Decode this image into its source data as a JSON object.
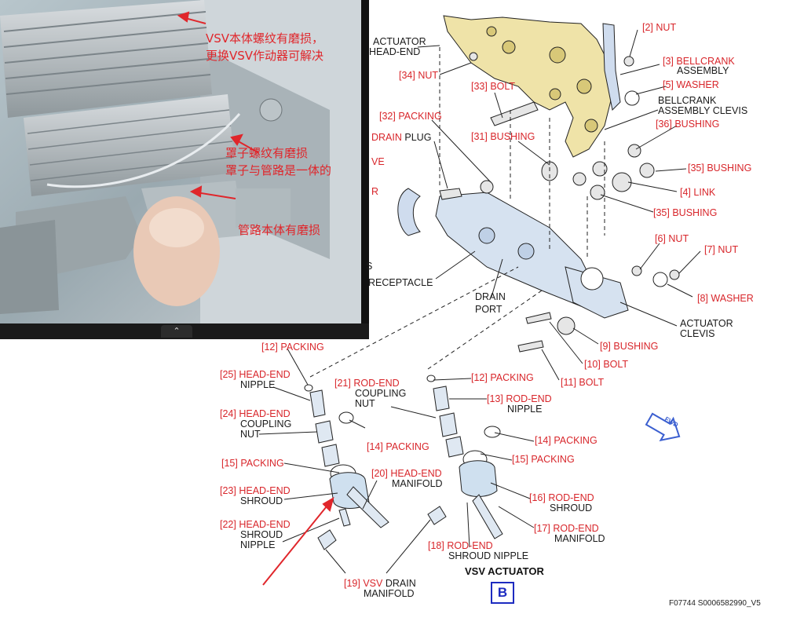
{
  "photo_notes": {
    "note1_line1": "VSV本体螺纹有磨损，",
    "note1_line2": "更换VSV作动器可解决",
    "note2_line1": "罩子螺纹有磨损",
    "note2_line2": "罩子与管路是一体的",
    "note3": "管路本体有磨损"
  },
  "labels": {
    "actuator_head_end_1": "ACTUATOR",
    "actuator_head_end_2": "HEAD-END",
    "l34_ref": "[34]",
    "l34_name": "NUT",
    "l33_ref": "[33]",
    "l33_name": "BOLT",
    "l32_ref": "[32]",
    "l32_name": "PACKING",
    "drain_plug_red": "DRAIN",
    "drain_plug_blk": "PLUG",
    "valve_fragment": "VE",
    "r_fragment": "R",
    "s_fragment": "S",
    "receptacle": "RECEPTACLE",
    "drain_port_1": "DRAIN",
    "drain_port_2": "PORT",
    "l31_ref": "[31]",
    "l31_name": "BUSHING",
    "l2_ref": "[2]",
    "l2_name": "NUT",
    "l3_ref": "[3]",
    "l3_name": "BELLCRANK",
    "l3_name2": "ASSEMBLY",
    "l5_ref": "[5]",
    "l5_name": "WASHER",
    "bellcrank_clevis_1": "BELLCRANK",
    "bellcrank_clevis_2": "ASSEMBLY CLEVIS",
    "l36_ref": "[36]",
    "l36_name": "BUSHING",
    "l35a_ref": "[35]",
    "l35a_name": "BUSHING",
    "l4_ref": "[4]",
    "l4_name": "LINK",
    "l35b_ref": "[35]",
    "l35b_name": "BUSHING",
    "l6_ref": "[6]",
    "l6_name": "NUT",
    "l7_ref": "[7]",
    "l7_name": "NUT",
    "l8_ref": "[8]",
    "l8_name": "WASHER",
    "actuator_clevis_1": "ACTUATOR",
    "actuator_clevis_2": "CLEVIS",
    "l9_ref": "[9]",
    "l9_name": "BUSHING",
    "l10_ref": "[10]",
    "l10_name": "BOLT",
    "l11_ref": "[11]",
    "l11_name": "BOLT",
    "l12a_ref": "[12]",
    "l12a_name": "PACKING",
    "l12b_ref": "[12]",
    "l12b_name": "PACKING",
    "l25_ref": "[25]",
    "l25_name": "HEAD-END",
    "l25_name2": "NIPPLE",
    "l21_ref": "[21]",
    "l21_name": "ROD-END",
    "l21_name2": "COUPLING",
    "l21_name3": "NUT",
    "l13_ref": "[13]",
    "l13_name": "ROD-END",
    "l13_name2": "NIPPLE",
    "l24_ref": "[24]",
    "l24_name": "HEAD-END",
    "l24_name2": "COUPLING",
    "l24_name3": "NUT",
    "l14a_ref": "[14]",
    "l14a_name": "PACKING",
    "l14b_ref": "[14]",
    "l14b_name": "PACKING",
    "l15a_ref": "[15]",
    "l15a_name": "PACKING",
    "l15b_ref": "[15]",
    "l15b_name": "PACKING",
    "l20_ref": "[20]",
    "l20_name": "HEAD-END",
    "l20_name2": "MANIFOLD",
    "l23_ref": "[23]",
    "l23_name": "HEAD-END",
    "l23_name2": "SHROUD",
    "l16_ref": "[16]",
    "l16_name": "ROD-END",
    "l16_name2": "SHROUD",
    "l22_ref": "[22]",
    "l22_name": "HEAD-END",
    "l22_name2": "SHROUD",
    "l22_name3": "NIPPLE",
    "l17_ref": "[17]",
    "l17_name": "ROD-END",
    "l17_name2": "MANIFOLD",
    "l18_ref": "[18]",
    "l18_name": "ROD-END",
    "l18_name2": "SHROUD NIPPLE",
    "l19_ref": "[19]",
    "l19_name": "VSV",
    "l19_name_b": "DRAIN",
    "l19_name2": "MANIFOLD"
  },
  "title": "VSV ACTUATOR",
  "view_letter": "B",
  "fwd": "FWD",
  "figure_id": "F07744 S0006582990_V5",
  "colors": {
    "callout_red": "#d8262b",
    "arrow_red": "#e0262b",
    "box_blue": "#1d2bc0",
    "fwd_blue": "#3b5fd0"
  }
}
